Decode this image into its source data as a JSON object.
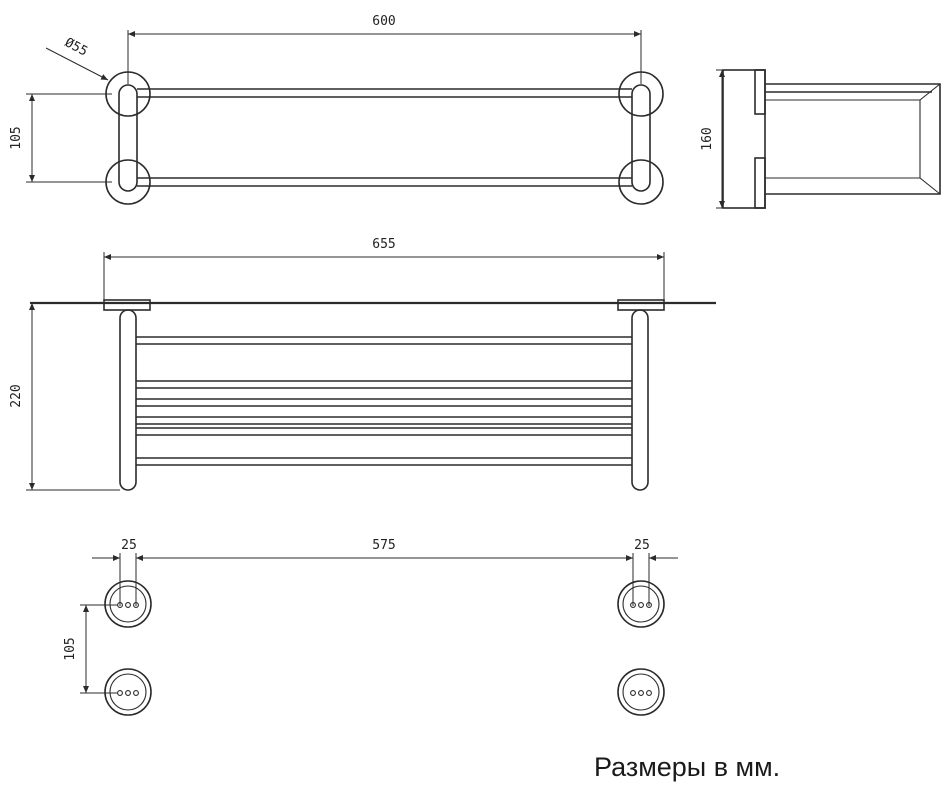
{
  "dimensions": {
    "top_width": "600",
    "flange_diameter": "Ø55",
    "top_depth": "105",
    "side_depth": "160",
    "front_width": "655",
    "front_height": "220",
    "offset_left": "25",
    "hole_spacing": "575",
    "offset_right": "25",
    "hole_vertical": "105"
  },
  "caption": "Размеры в мм."
}
